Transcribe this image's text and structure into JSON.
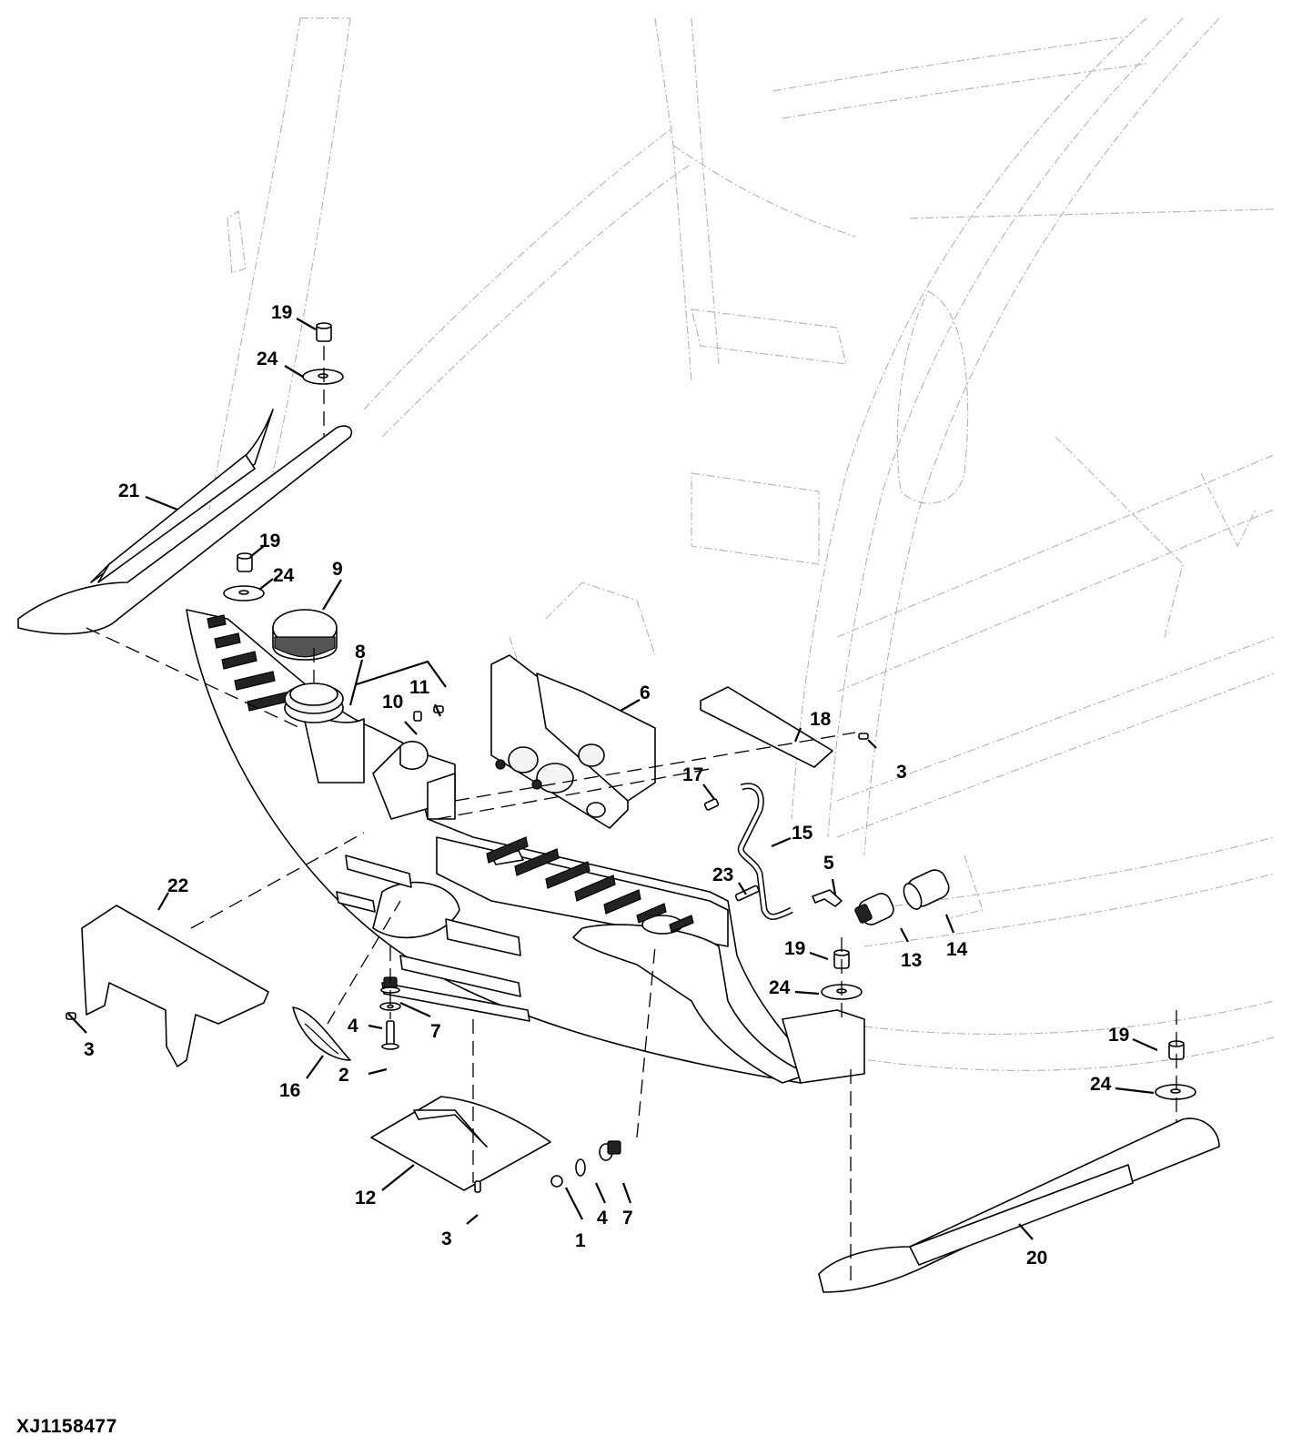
{
  "figure": {
    "id": "XJ1158477",
    "type": "exploded parts diagram",
    "background_color": "#ffffff",
    "line_color": "#000000",
    "ghost_line_color": "#b8b8b8"
  },
  "callouts": [
    {
      "key": "c1a",
      "label": "1"
    },
    {
      "key": "c2a",
      "label": "2"
    },
    {
      "key": "c3a",
      "label": "3"
    },
    {
      "key": "c3b",
      "label": "3"
    },
    {
      "key": "c3c",
      "label": "3"
    },
    {
      "key": "c4a",
      "label": "4"
    },
    {
      "key": "c4b",
      "label": "4"
    },
    {
      "key": "c5a",
      "label": "5"
    },
    {
      "key": "c6a",
      "label": "6"
    },
    {
      "key": "c7a",
      "label": "7"
    },
    {
      "key": "c7b",
      "label": "7"
    },
    {
      "key": "c8a",
      "label": "8"
    },
    {
      "key": "c9a",
      "label": "9"
    },
    {
      "key": "c10a",
      "label": "10"
    },
    {
      "key": "c11a",
      "label": "11"
    },
    {
      "key": "c12a",
      "label": "12"
    },
    {
      "key": "c13a",
      "label": "13"
    },
    {
      "key": "c14a",
      "label": "14"
    },
    {
      "key": "c15a",
      "label": "15"
    },
    {
      "key": "c16a",
      "label": "16"
    },
    {
      "key": "c17a",
      "label": "17"
    },
    {
      "key": "c18a",
      "label": "18"
    },
    {
      "key": "c19a",
      "label": "19"
    },
    {
      "key": "c19b",
      "label": "19"
    },
    {
      "key": "c19c",
      "label": "19"
    },
    {
      "key": "c19d",
      "label": "19"
    },
    {
      "key": "c20a",
      "label": "20"
    },
    {
      "key": "c21a",
      "label": "21"
    },
    {
      "key": "c22a",
      "label": "22"
    },
    {
      "key": "c23a",
      "label": "23"
    },
    {
      "key": "c24a",
      "label": "24"
    },
    {
      "key": "c24b",
      "label": "24"
    },
    {
      "key": "c24c",
      "label": "24"
    },
    {
      "key": "c24d",
      "label": "24"
    }
  ]
}
